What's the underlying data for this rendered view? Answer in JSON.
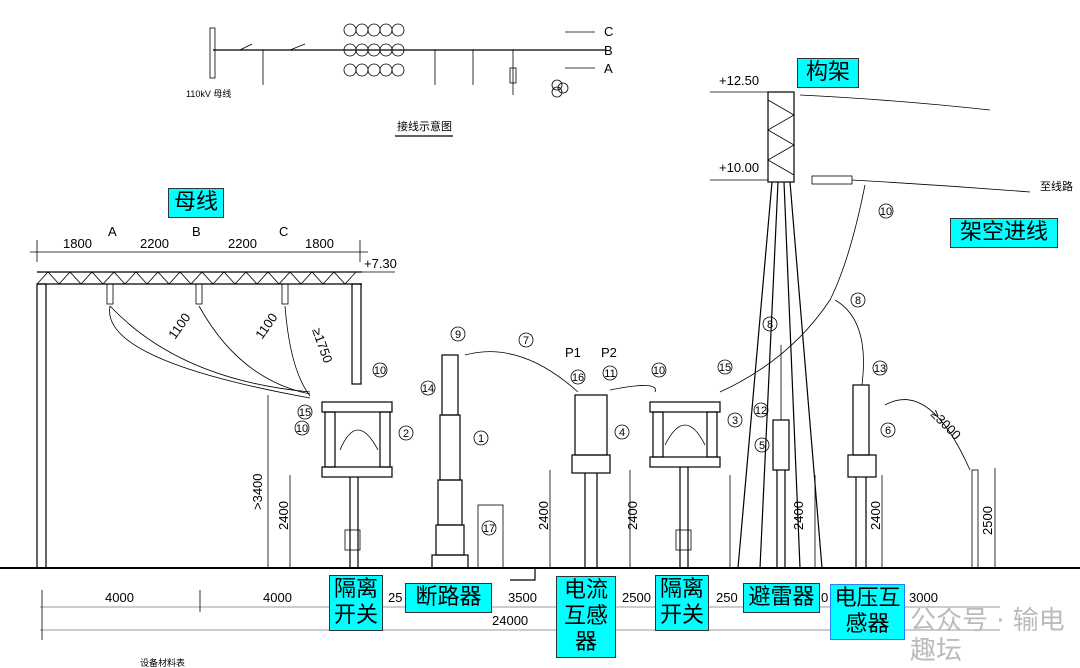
{
  "schematic": {
    "busbar_label": "110kV 母线",
    "title": "接线示意图",
    "phases": [
      "C",
      "B",
      "A"
    ]
  },
  "callouts": {
    "busbar": "母线",
    "frame": "构架",
    "overhead_line": "架空进线",
    "disconnector_1": "隔离开关",
    "breaker": "断路器",
    "current_transformer": "电流互感器",
    "disconnector_2": "隔离开关",
    "arrester": "避雷器",
    "voltage_transformer": "电压互感器"
  },
  "dimensions": {
    "top_spans": [
      "1800",
      "2200",
      "2200",
      "1800"
    ],
    "phase_labels": [
      "A",
      "B",
      "C"
    ],
    "elev_busbar": "+7.30",
    "elev_frame_top": "+12.50",
    "elev_frame_mid": "+10.00",
    "to_line": "至线路",
    "clearance_1100a": "1100",
    "clearance_1100b": "1100",
    "clearance_1750": "≥1750",
    "height_3400": ">3400",
    "height_2400": "2400",
    "height_2500": "2500",
    "clearance_3000": "≥3000",
    "p1": "P1",
    "p2": "P2",
    "bottom_spans": [
      "4000",
      "4000",
      "25",
      "3500",
      "2500",
      "250",
      "0",
      "3000"
    ],
    "total": "24000"
  },
  "item_numbers": [
    "1",
    "2",
    "3",
    "4",
    "5",
    "6",
    "7",
    "8",
    "8",
    "9",
    "10",
    "10",
    "10",
    "10",
    "11",
    "12",
    "13",
    "14",
    "15",
    "15",
    "16",
    "17"
  ],
  "footer_note": "设备材料表",
  "watermark": "公众号 · 输电趣坛",
  "colors": {
    "callout": "#00ffff"
  }
}
